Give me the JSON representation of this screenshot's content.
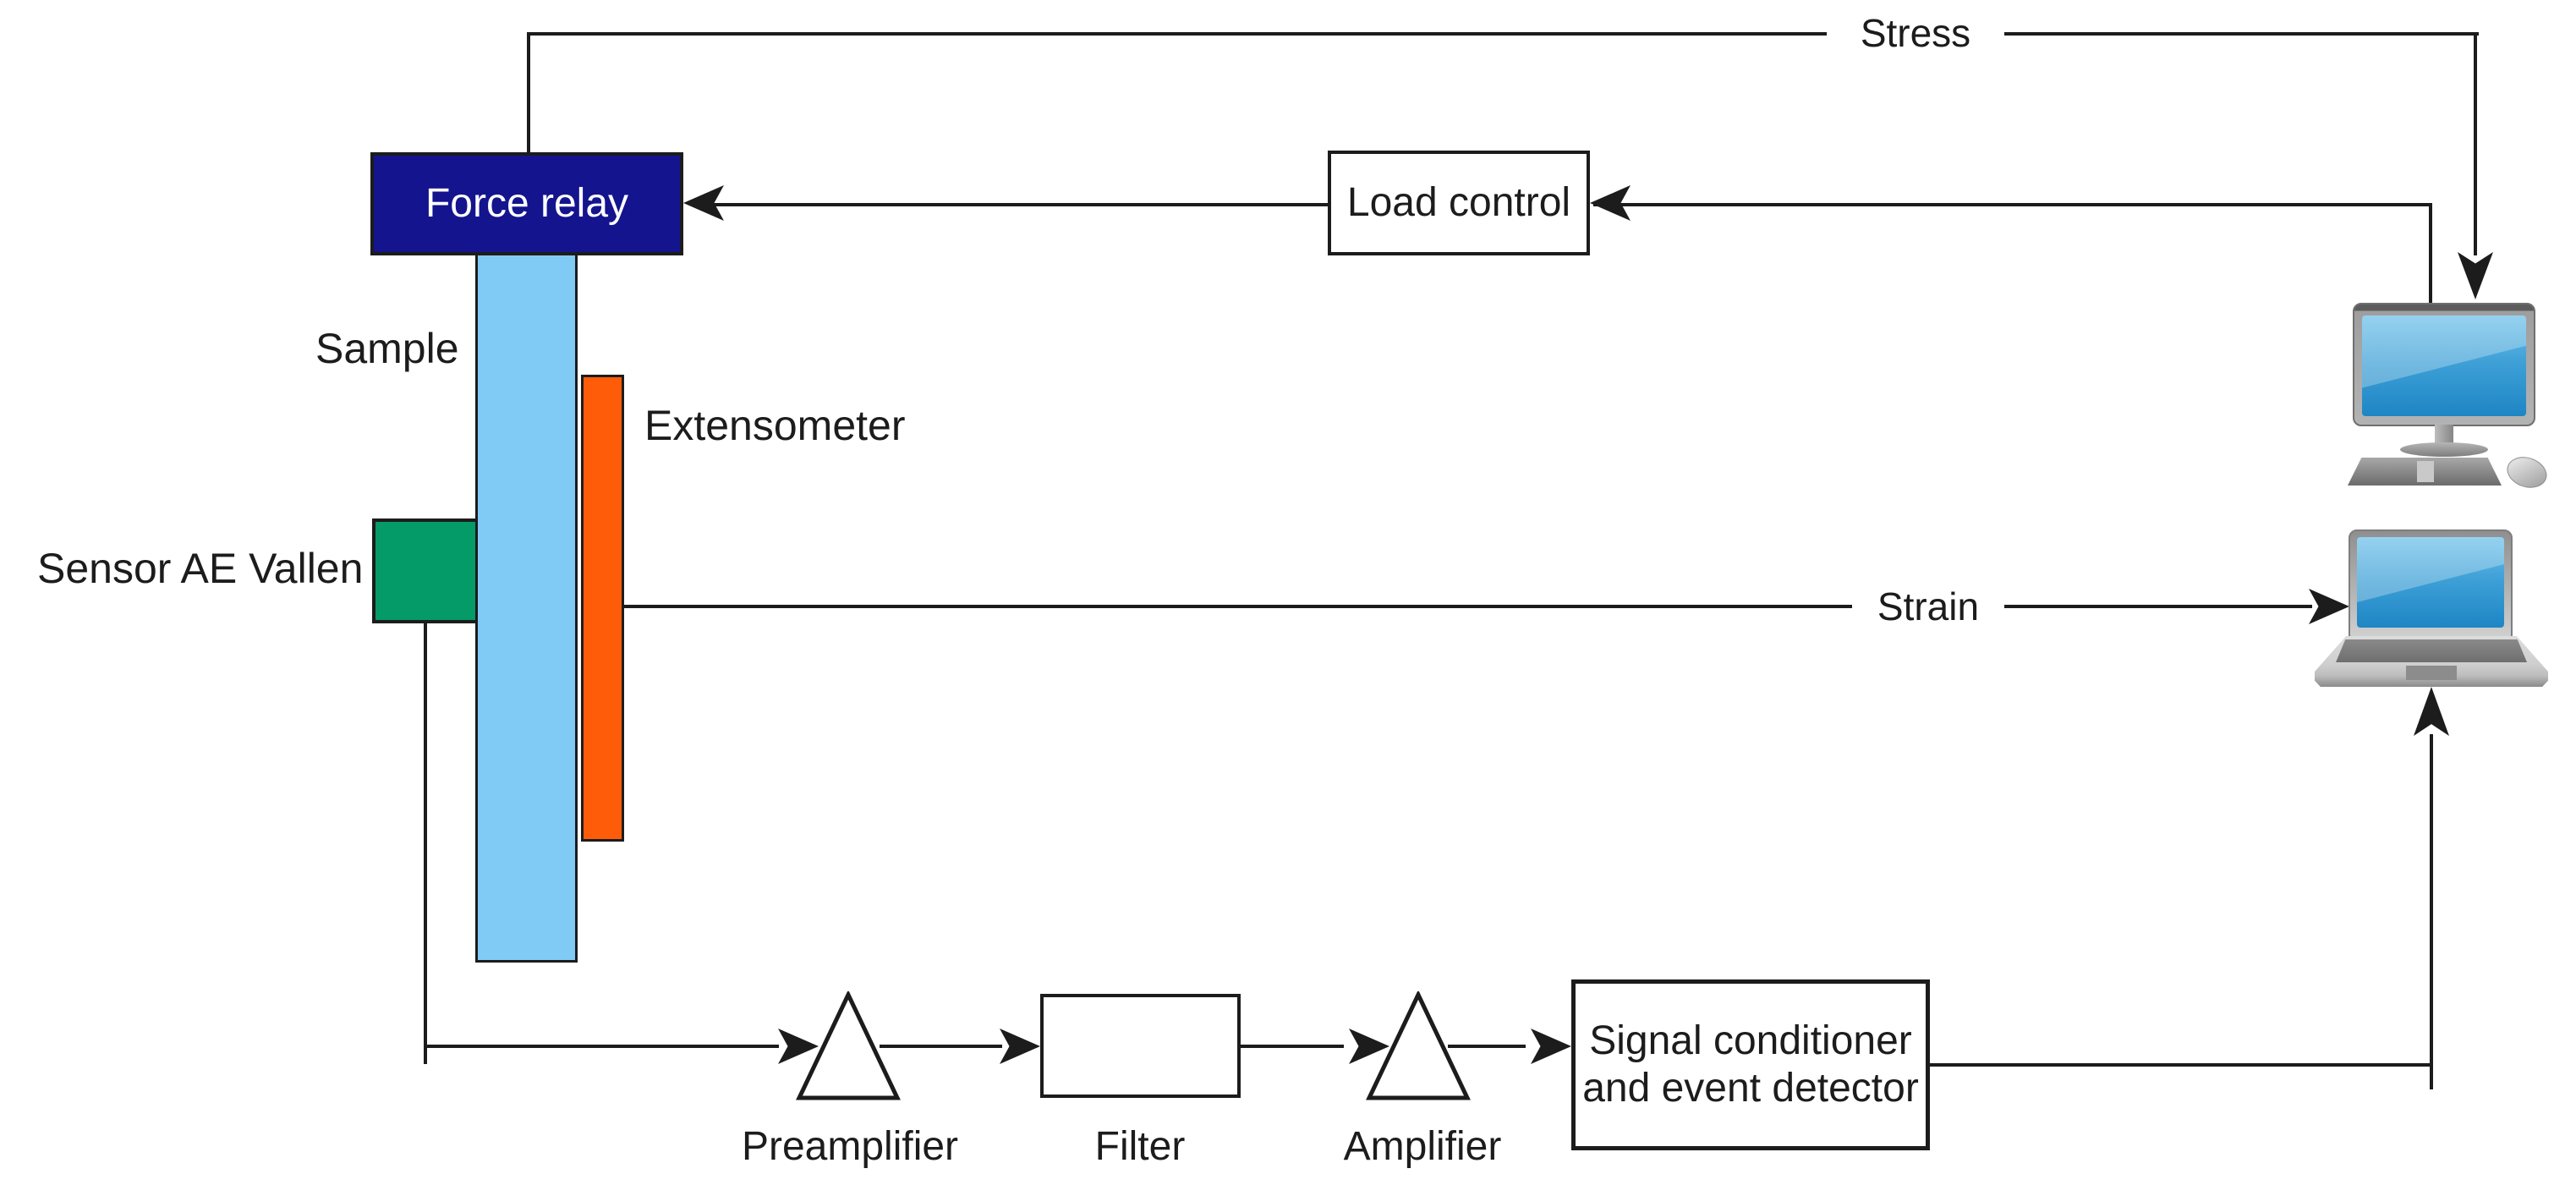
{
  "nodes": {
    "force_relay": {
      "label": "Force relay"
    },
    "load_control": {
      "label": "Load control"
    },
    "signal_conditioner": {
      "line1": "Signal conditioner",
      "line2": "and event detector"
    }
  },
  "part_labels": {
    "sample": "Sample",
    "sensor": "Sensor AE Vallen",
    "extensometer": "Extensometer"
  },
  "chain_labels": {
    "preamplifier": "Preamplifier",
    "filter": "Filter",
    "amplifier": "Amplifier"
  },
  "signal_labels": {
    "stress": "Stress",
    "strain": "Strain"
  },
  "colors": {
    "line": "#1c1c1c",
    "force_relay_fill": "#14148E",
    "sample_fill": "#7FCBF5",
    "extensometer_fill": "#FF5C0A",
    "sensor_fill": "#049B68",
    "screen_top": "#6CC0EA",
    "screen_mid": "#3D9FD6",
    "screen_bottom": "#1E86C4"
  }
}
